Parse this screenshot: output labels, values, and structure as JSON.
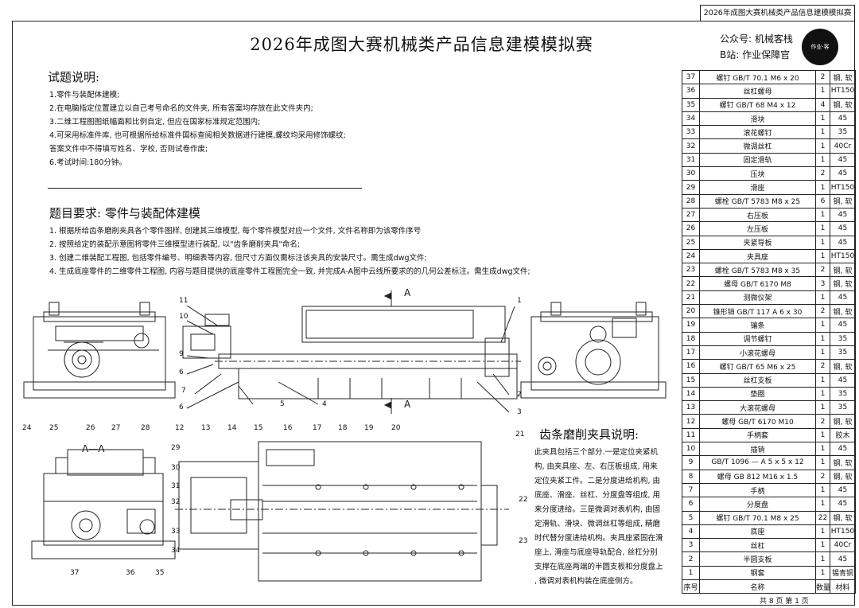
{
  "header": {
    "strip_text": "2026年成图大赛机械类产品信息建模模拟赛",
    "title": "2026年成图大赛机械类产品信息建模模拟赛",
    "brand_wechat": "公众号: 机械客栈",
    "brand_bilibili": "B站: 作业保障官",
    "logo_text": "作业·客"
  },
  "instructions": {
    "title": "试题说明:",
    "lines": [
      "1.零件与装配体建模;",
      "2.在电脑指定位置建立以自己考号命名的文件夹, 所有答案均存放在此文件夹内;",
      "3.二维工程图图纸幅面和比例自定, 但应在国家标准规定范围内;",
      "4.可采用标准件库, 也可根据所给标准件国标查阅相关数据进行建模,螺纹均采用修饰螺纹;",
      "答案文件中不得填写姓名、学校, 否则试卷作废;",
      "6.考试时间:180分钟。"
    ]
  },
  "requirements": {
    "title": "题目要求: 零件与装配体建模",
    "lines": [
      "1. 根据所给齿条磨削夹具各个零件图样, 创建其三维模型, 每个零件模型对应一个文件, 文件名称即为该零件序号",
      "2. 按照给定的装配示意图将零件三维模型进行装配, 以\"齿条磨削夹具\"命名;",
      "3. 创建二维装配工程图, 包括零件编号、明细表等内容, 但尺寸方面仅需标注该夹具的安装尺寸。需生成dwg文件;",
      "4. 生成底座零件的二维零件工程图, 内容与题目提供的底座零件工程图完全一致, 并完成A-A图中云线所要求的的几何公差标注。需生成dwg文件;"
    ]
  },
  "fixture_desc": {
    "title": "齿条磨削夹具说明:",
    "lines": [
      "此夹具包括三个部分.一是定位夹紧机",
      "构, 由夹具座、左、右压板组成, 用来",
      "定位夹紧工件。二是分度进给机构, 由",
      "底座、滑座、丝杠、分度盘等组成, 用",
      "来分度进给。三是微调对表机构, 由固",
      "定滑轨、滑块、微调丝杠等组成, 精磨",
      "时代替分度进给机构。夹具座紧固在滑",
      "座上, 滑座与底座导轨配合, 丝杠分别",
      "支撑在底座两端的半圆支板和分度盘上",
      ", 微调对表机构装在底座侧方。"
    ]
  },
  "drawing": {
    "section_label": "A—A",
    "section_mark": "A",
    "callouts_top": [
      "11",
      "10",
      "9",
      "6",
      "7",
      "6",
      "5",
      "4",
      "1",
      "2",
      "3"
    ],
    "callouts_bottom": [
      "24",
      "25",
      "26",
      "27",
      "28",
      "12",
      "13",
      "14",
      "15",
      "16",
      "17",
      "18",
      "19",
      "20",
      "21",
      "29",
      "30",
      "31",
      "32",
      "33",
      "34",
      "37",
      "36",
      "35",
      "22",
      "23"
    ]
  },
  "parts_table": {
    "rows": [
      [
        "37",
        "螺钉 GB/T 70.1 M6 x 20",
        "2",
        "钢, 软"
      ],
      [
        "36",
        "丝杠螺母",
        "1",
        "HT150"
      ],
      [
        "35",
        "螺钉 GB/T 68 M4 x 12",
        "4",
        "钢, 软"
      ],
      [
        "34",
        "滑块",
        "1",
        "45"
      ],
      [
        "33",
        "滚花螺钉",
        "1",
        "35"
      ],
      [
        "32",
        "微调丝杠",
        "1",
        "40Cr"
      ],
      [
        "31",
        "固定滑轨",
        "1",
        "45"
      ],
      [
        "30",
        "压块",
        "2",
        "45"
      ],
      [
        "29",
        "滑座",
        "1",
        "HT150"
      ],
      [
        "28",
        "螺栓 GB/T 5783 M8 x 25",
        "6",
        "钢, 软"
      ],
      [
        "27",
        "右压板",
        "1",
        "45"
      ],
      [
        "26",
        "左压板",
        "1",
        "45"
      ],
      [
        "25",
        "夹紧导板",
        "1",
        "45"
      ],
      [
        "24",
        "夹具座",
        "1",
        "HT150"
      ],
      [
        "23",
        "螺栓 GB/T 5783 M8 x 35",
        "2",
        "钢, 软"
      ],
      [
        "22",
        "螺母 GB/T 6170 M8",
        "3",
        "钢, 软"
      ],
      [
        "21",
        "测微仪架",
        "1",
        "45"
      ],
      [
        "20",
        "锥形销 GB/T 117 A 6 x 30",
        "2",
        "钢, 软"
      ],
      [
        "19",
        "镶条",
        "1",
        "45"
      ],
      [
        "18",
        "调节螺钉",
        "1",
        "35"
      ],
      [
        "17",
        "小滚花螺母",
        "1",
        "35"
      ],
      [
        "16",
        "螺钉 GB/T 65 M6 x 25",
        "2",
        "钢, 软"
      ],
      [
        "15",
        "丝杠支板",
        "1",
        "45"
      ],
      [
        "14",
        "垫圈",
        "1",
        "35"
      ],
      [
        "13",
        "大滚花螺母",
        "1",
        "35"
      ],
      [
        "12",
        "螺母 GB/T 6170 M10",
        "2",
        "钢, 软"
      ],
      [
        "11",
        "手柄套",
        "1",
        "胶木"
      ],
      [
        "10",
        "插销",
        "1",
        "45"
      ],
      [
        "9",
        "GB/T 1096 — A 5 x 5 x 12",
        "1",
        "钢, 软"
      ],
      [
        "8",
        "螺母 GB 812 M16 x 1.5",
        "2",
        "钢, 软"
      ],
      [
        "7",
        "手柄",
        "1",
        "45"
      ],
      [
        "6",
        "分度盘",
        "1",
        "45"
      ],
      [
        "5",
        "螺钉 GB/T 70.1 M8 x 25",
        "22",
        "钢, 软"
      ],
      [
        "4",
        "底座",
        "1",
        "HT150"
      ],
      [
        "3",
        "丝杠",
        "1",
        "40Cr"
      ],
      [
        "2",
        "半圆支板",
        "1",
        "45"
      ],
      [
        "1",
        "钢套",
        "1",
        "锡青铜"
      ]
    ],
    "header": [
      "序号",
      "名称",
      "数量",
      "材料"
    ]
  },
  "footer": {
    "page_info": "共 8 页  第 1 页"
  }
}
